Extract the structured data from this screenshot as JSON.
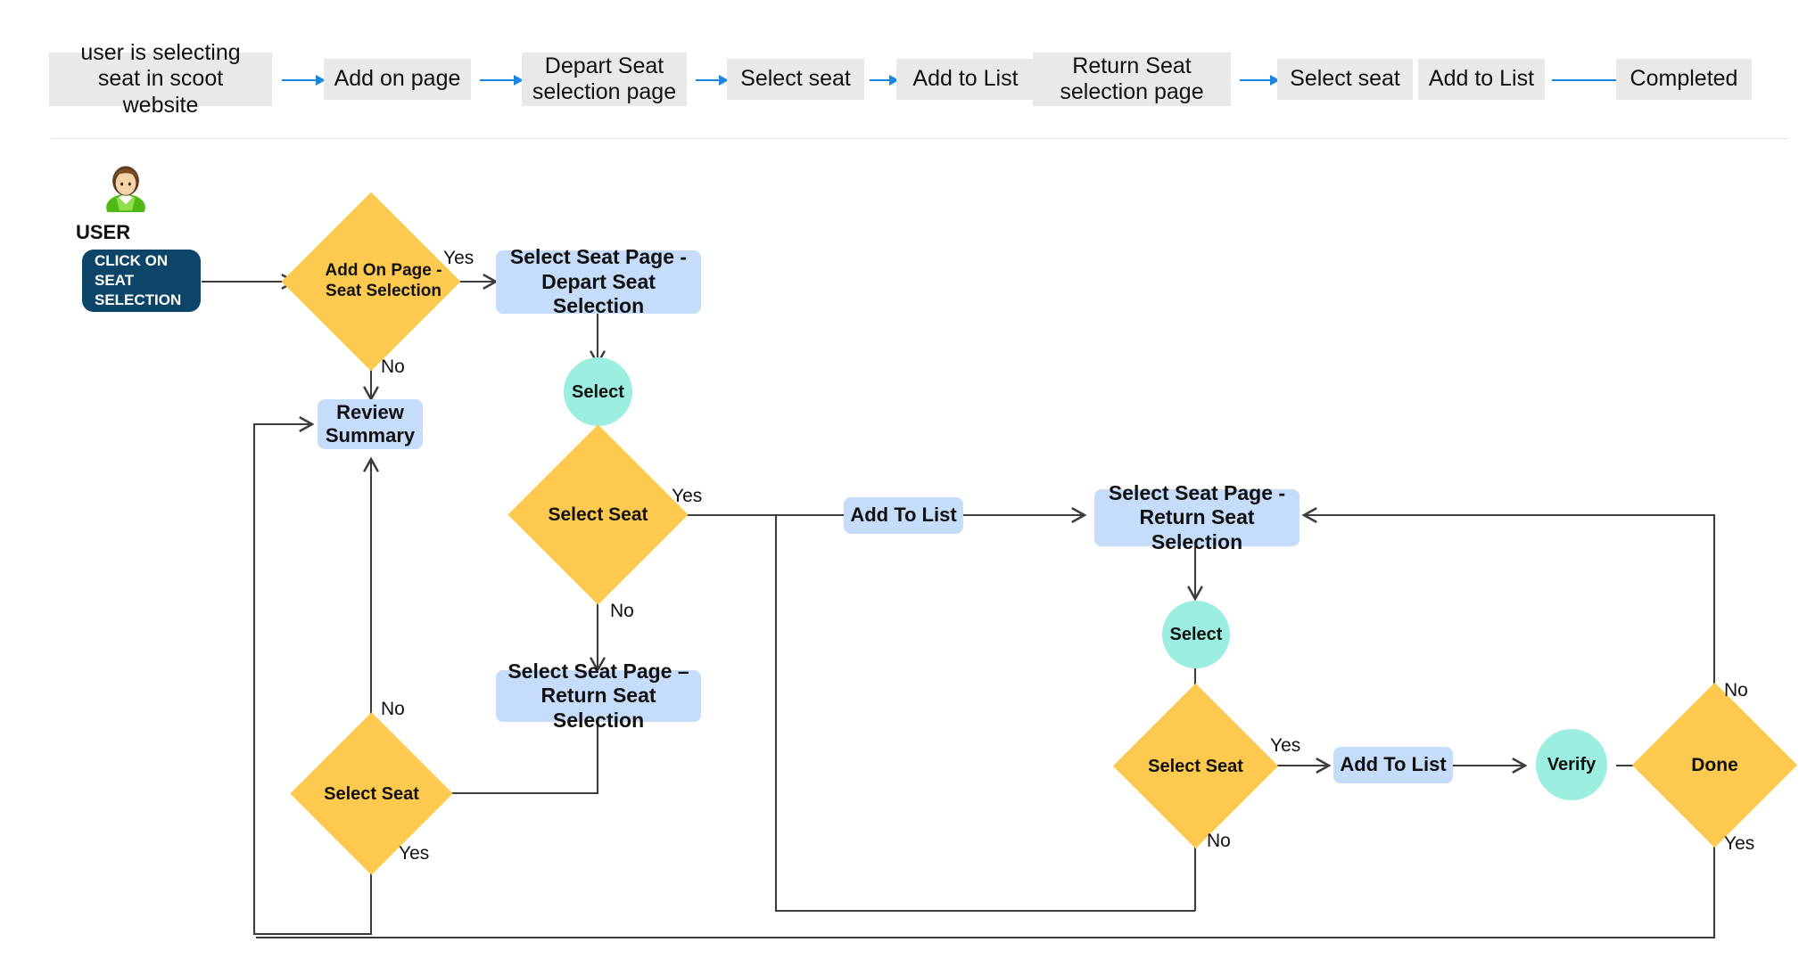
{
  "breadcrumb": {
    "steps": [
      {
        "label": "user is selecting\nseat in scoot website"
      },
      {
        "label": "Add on page"
      },
      {
        "label": "Depart Seat\nselection page"
      },
      {
        "label": "Select seat"
      },
      {
        "label": "Add to List"
      },
      {
        "label": "Return Seat\nselection page"
      },
      {
        "label": "Select seat"
      },
      {
        "label": "Add to List"
      },
      {
        "label": "Completed"
      }
    ],
    "arrow_color": "#1a86e0",
    "chip_color": "#e9e9e9"
  },
  "flow": {
    "actor": {
      "icon": "user-avatar-icon",
      "label": "USER"
    },
    "nodes": {
      "start": "CLICK ON SEAT SELECTION",
      "decision_add_on_page": "Add On Page - Seat Selection",
      "depart_seat_page": "Select Seat Page - Depart Seat Selection",
      "select_circle_depart": "Select",
      "decision_select_seat_depart": "Select Seat",
      "review_summary": "Review Summary",
      "add_to_list_depart": "Add To List",
      "return_seat_page_left": "Select Seat Page – Return Seat Selection",
      "decision_select_seat_left": "Select Seat",
      "return_seat_page_right": "Select Seat Page - Return Seat Selection",
      "select_circle_return": "Select",
      "decision_select_seat_return": "Select Seat",
      "add_to_list_return": "Add To List",
      "verify_circle": "Verify",
      "decision_done": "Done"
    },
    "edge_labels": {
      "add_on_page_yes": "Yes",
      "add_on_page_no": "No",
      "select_seat_depart_yes": "Yes",
      "select_seat_depart_no": "No",
      "select_seat_left_no": "No",
      "select_seat_left_yes": "Yes",
      "select_seat_return_yes": "Yes",
      "select_seat_return_no": "No",
      "done_no": "No",
      "done_yes": "Yes"
    },
    "colors": {
      "process_fill": "#c5dcfa",
      "decision_fill": "#fdc94f",
      "circle_fill": "#9ceee0",
      "start_fill": "#0d4568",
      "connector": "#3c3c3c"
    }
  }
}
